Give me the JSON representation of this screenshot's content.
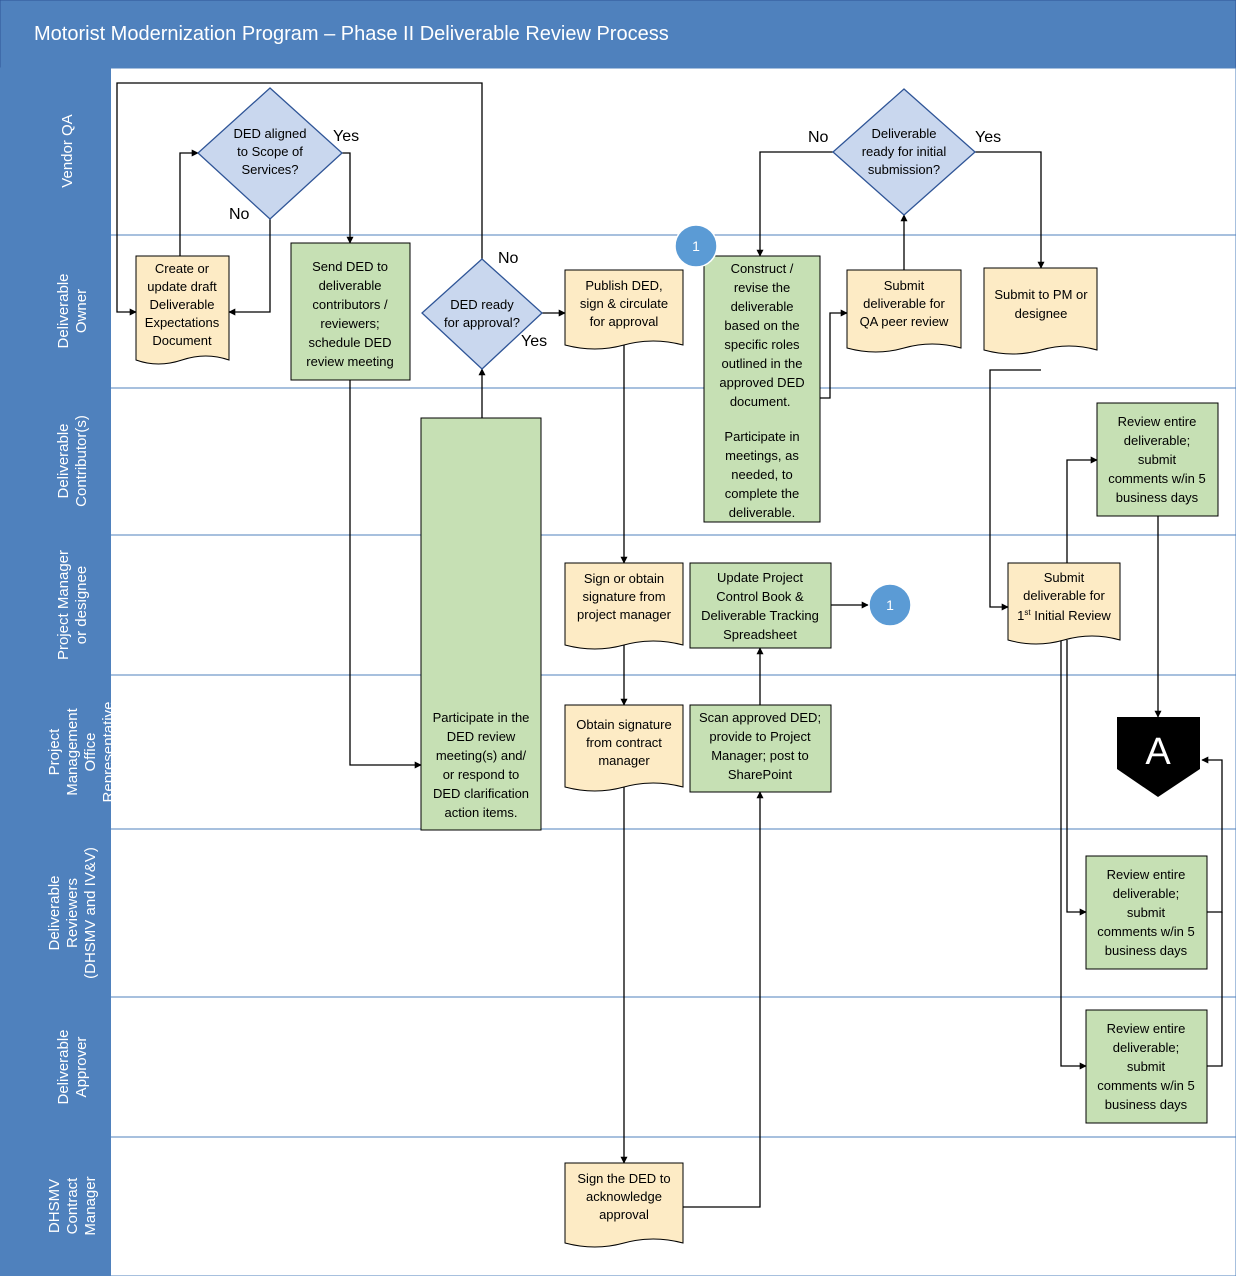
{
  "title": "Motorist Modernization Program – Phase II Deliverable Review Process",
  "colors": {
    "header": "#4F81BD",
    "lane_label": "#4F81BD",
    "lane_border": "#4F81BD",
    "doc_fill": "#FDEBC5",
    "process_fill": "#C6E0B4",
    "decision_fill": "#C9D7EE",
    "connector_fill": "#5B9BD5",
    "offpage_fill": "#000000"
  },
  "lanes": [
    "Vendor QA",
    "Deliverable Owner",
    "Deliverable Contributor(s)",
    "Project Manager or designee",
    "Project Management Office Representative",
    "Deliverable Reviewers (DHSMV and IV&V)",
    "Deliverable Approver",
    "DHSMV Contract Manager"
  ],
  "nodes": {
    "dec_aligned": "DED aligned to Scope of Services?",
    "doc_create": "Create or update draft Deliverable Expectations Document",
    "proc_send": "Send DED to deliverable contributors / reviewers; schedule DED review meeting",
    "dec_ready_approval": "DED ready for approval?",
    "proc_participate": "Participate in the DED review meeting(s) and/ or respond to DED clarification action items.",
    "doc_publish": "Publish DED, sign & circulate for approval",
    "doc_sign_pm": "Sign or obtain signature from project manager",
    "doc_obtain_cm": "Obtain signature from contract manager",
    "doc_sign_cm": "Sign the DED to acknowledge approval",
    "proc_scan": "Scan approved DED; provide to Project Manager; post to SharePoint",
    "proc_update": "Update Project Control Book & Deliverable Tracking Spreadsheet",
    "conn_1": "1",
    "conn_1_top": "1",
    "proc_construct": "Construct / revise the deliverable based on the specific roles outlined in the approved DED document. Participate in meetings, as needed, to complete the deliverable.",
    "doc_submit_qa": "Submit deliverable for QA peer review",
    "dec_ready_initial": "Deliverable ready for initial submission?",
    "doc_submit_pm": "Submit to PM or designee",
    "doc_submit_initial": "Submit deliverable for 1st Initial Review",
    "proc_review_contrib": "Review entire deliverable; submit comments w/in 5 business days",
    "proc_review_reviewers": "Review entire deliverable; submit comments w/in 5 business days",
    "proc_review_approver": "Review entire deliverable; submit comments w/in 5 business days",
    "offpage_a": "A"
  },
  "edge_labels": {
    "aligned_yes": "Yes",
    "aligned_no": "No",
    "approval_no": "No",
    "approval_yes": "Yes",
    "initial_no": "No",
    "initial_yes": "Yes"
  }
}
